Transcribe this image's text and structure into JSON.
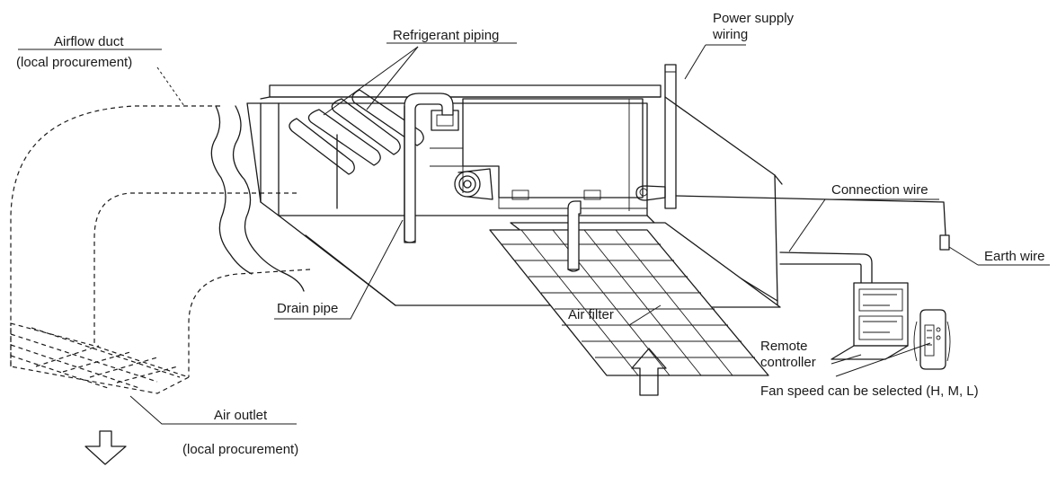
{
  "labels": {
    "airflow_duct": "Airflow duct",
    "airflow_duct_note": "(local procurement)",
    "refrigerant_piping": "Refrigerant piping",
    "power_supply_1": "Power supply",
    "power_supply_2": "wiring",
    "connection_wire": "Connection wire",
    "earth_wire": "Earth wire",
    "drain_pipe": "Drain pipe",
    "air_filter": "Air filter",
    "remote_controller_1": "Remote",
    "remote_controller_2": "controller",
    "fan_speed": "Fan speed can be selected (H, M, L)",
    "air_outlet": "Air outlet",
    "air_outlet_note": "(local procurement)"
  }
}
